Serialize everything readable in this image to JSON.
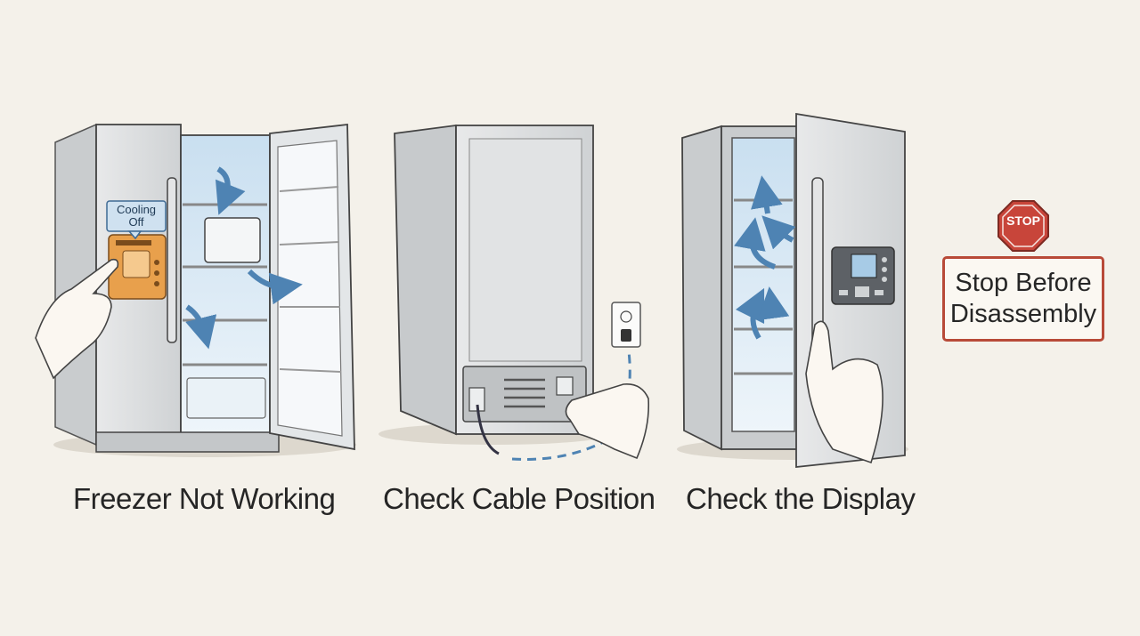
{
  "steps": [
    {
      "caption": "Freezer Not Working",
      "bubble": {
        "line1": "Cooling",
        "line2": "Off"
      }
    },
    {
      "caption": "Check Cable Position"
    },
    {
      "caption": "Check the Display"
    }
  ],
  "warning": {
    "sign_text": "STOP",
    "line1": "Stop Before",
    "line2": "Disassembly"
  },
  "colors": {
    "background": "#f4f1ea",
    "steel": "#d9dbdc",
    "interior": "#dceaf4",
    "arrow": "#4e83b3",
    "panel_orange": "#e8a04c",
    "stop_red": "#c8453a",
    "warning_border": "#b84a38"
  },
  "icons": [
    "hand-icon",
    "arrow-icon",
    "power-outlet-icon",
    "stop-sign-icon",
    "control-panel-icon"
  ]
}
